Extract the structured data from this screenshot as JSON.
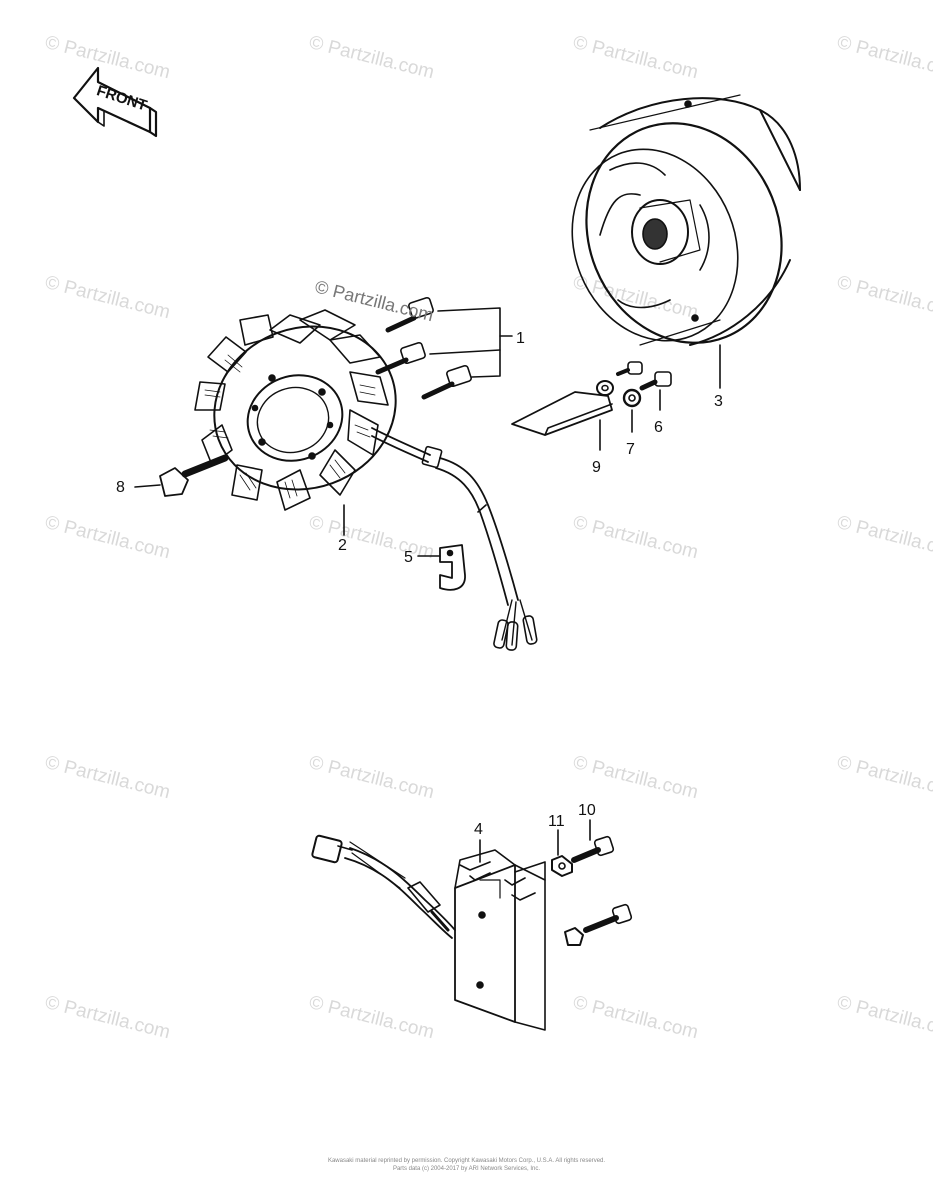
{
  "watermark": {
    "text": "© Partzilla.com",
    "center_text": "© Partzilla.com"
  },
  "front_label": "FRONT",
  "callouts": [
    "1",
    "2",
    "3",
    "4",
    "5",
    "6",
    "7",
    "8",
    "9",
    "10",
    "11"
  ],
  "footer": {
    "line1": "Kawasaki material reprinted by permission. Copyright Kawasaki Motors Corp., U.S.A. All rights reserved.",
    "line2": "Parts data (c) 2004-2017 by ARI Network Services, Inc."
  }
}
